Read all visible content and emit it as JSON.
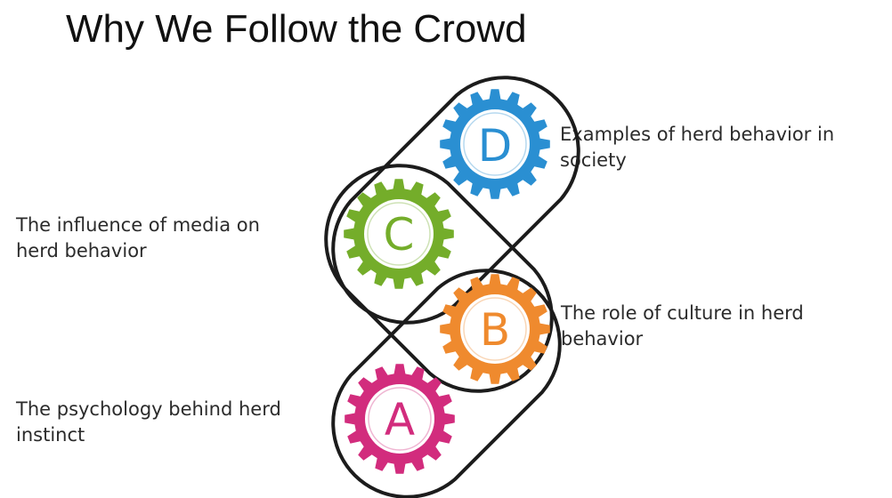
{
  "title": "Why We Follow the Crowd",
  "steps": [
    {
      "letter": "A",
      "text": "The psychology behind herd instinct",
      "color": "#d22c7d"
    },
    {
      "letter": "B",
      "text": "The role of culture in herd behavior",
      "color": "#ef8a2e"
    },
    {
      "letter": "C",
      "text": "The influence of media on herd behavior",
      "color": "#74ad2a"
    },
    {
      "letter": "D",
      "text": "Examples of herd behavior in society",
      "color": "#2a8fd2"
    }
  ]
}
